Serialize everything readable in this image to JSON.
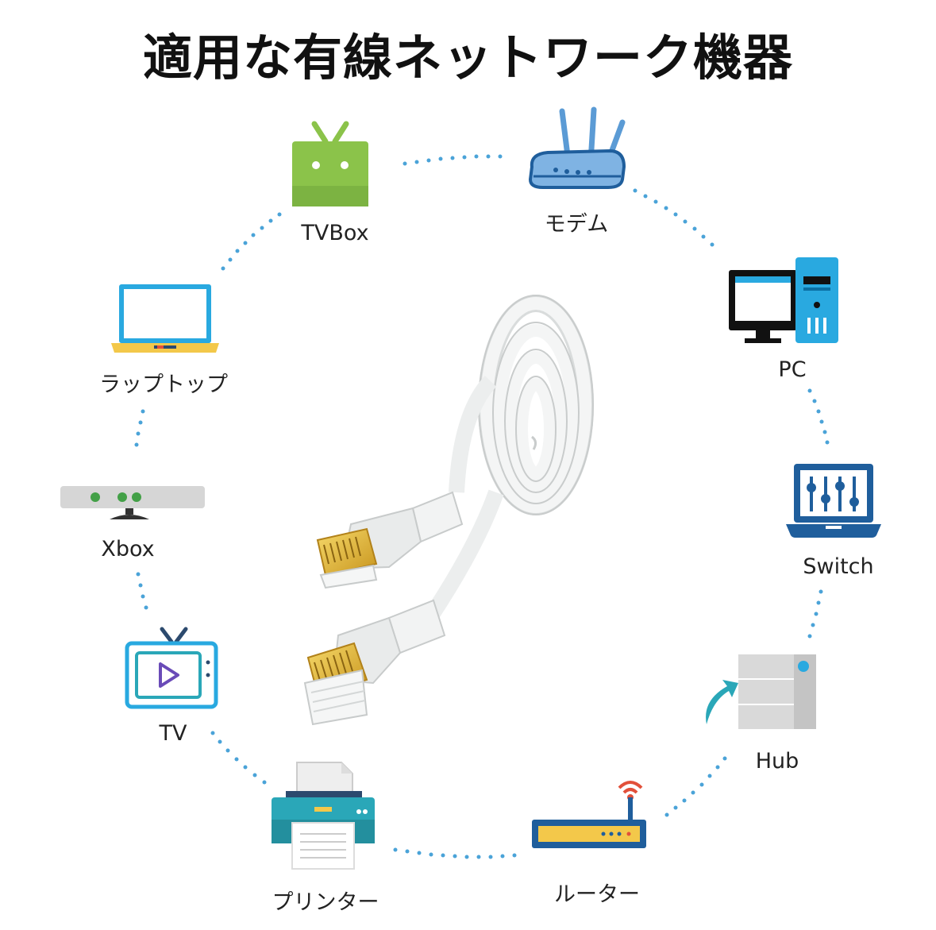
{
  "title": "適用な有線ネットワーク機器",
  "devices": {
    "tvbox": "TVBox",
    "modem": "モデム",
    "pc": "PC",
    "switch": "Switch",
    "hub": "Hub",
    "router": "ルーター",
    "printer": "プリンター",
    "tv": "TV",
    "xbox": "Xbox",
    "laptop": "ラップトップ"
  },
  "colors": {
    "dots": "#4aa3d8",
    "android_green": "#8bc34a",
    "blue_dark": "#1f5e9c",
    "blue_light": "#29a9e0",
    "teal": "#2aa7b8",
    "gold": "#e8b830"
  },
  "icons": [
    "android-tv-box-icon",
    "wifi-modem-icon",
    "desktop-pc-icon",
    "switch-laptop-icon",
    "hub-server-icon",
    "router-icon",
    "printer-icon",
    "tv-icon",
    "xbox-kinect-icon",
    "laptop-icon",
    "ethernet-cable-image"
  ]
}
